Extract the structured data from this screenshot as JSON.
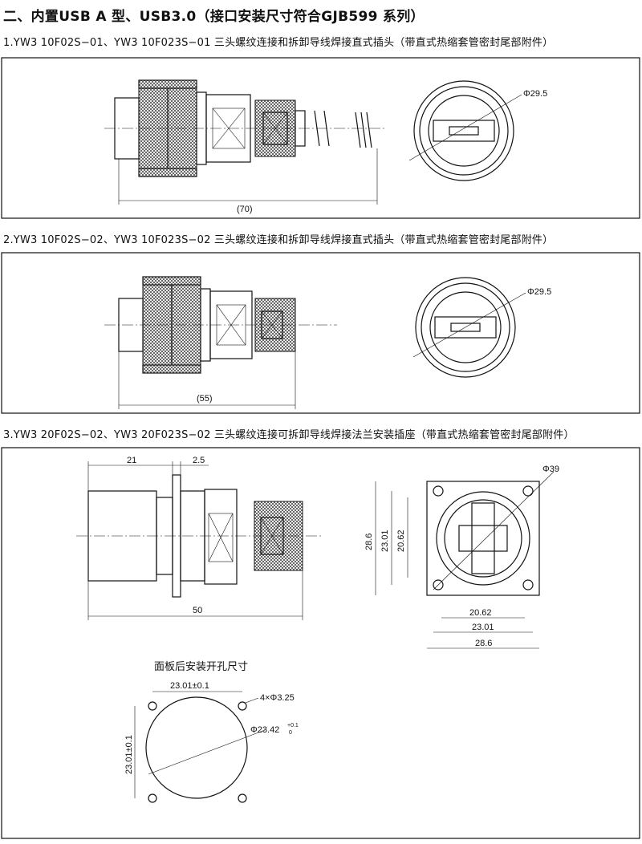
{
  "title": "二、内置USB A 型、USB3.0（接口安装尺寸符合GJB599 系列）",
  "sections": [
    {
      "heading": "1.YW3 10F02S−01、YW3 10F023S−01 三头螺纹连接和拆卸导线焊接直式插头（带直式热缩套管密封尾部附件）",
      "dims": {
        "length": "(70)",
        "diameter": "Φ29.5"
      }
    },
    {
      "heading": "2.YW3 10F02S−02、YW3 10F023S−02 三头螺纹连接和拆卸导线焊接直式插头（带直式热缩套管密封尾部附件）",
      "dims": {
        "length": "(55)",
        "diameter": "Φ29.5"
      }
    },
    {
      "heading": "3.YW3 20F02S−02、YW3 20F023S−02 三头螺纹连接可拆卸导线焊接法兰安装插座（带直式热缩套管密封尾部附件）",
      "dims": {
        "front": "21",
        "flange": "2.5",
        "length": "50",
        "diameter": "Φ39",
        "v_outer": "28.6",
        "v_mid": "23.01",
        "v_inner": "20.62",
        "h_inner": "20.62",
        "h_mid": "23.01",
        "h_outer": "28.6"
      },
      "cutout": {
        "title": "面板后安装开孔尺寸",
        "spacing_h": "23.01±0.1",
        "holes": "4×Φ3.25",
        "bore": "Φ23.42",
        "tol_upper": "+0.1",
        "tol_lower": "0",
        "spacing_v": "23.01±0.1"
      }
    }
  ]
}
